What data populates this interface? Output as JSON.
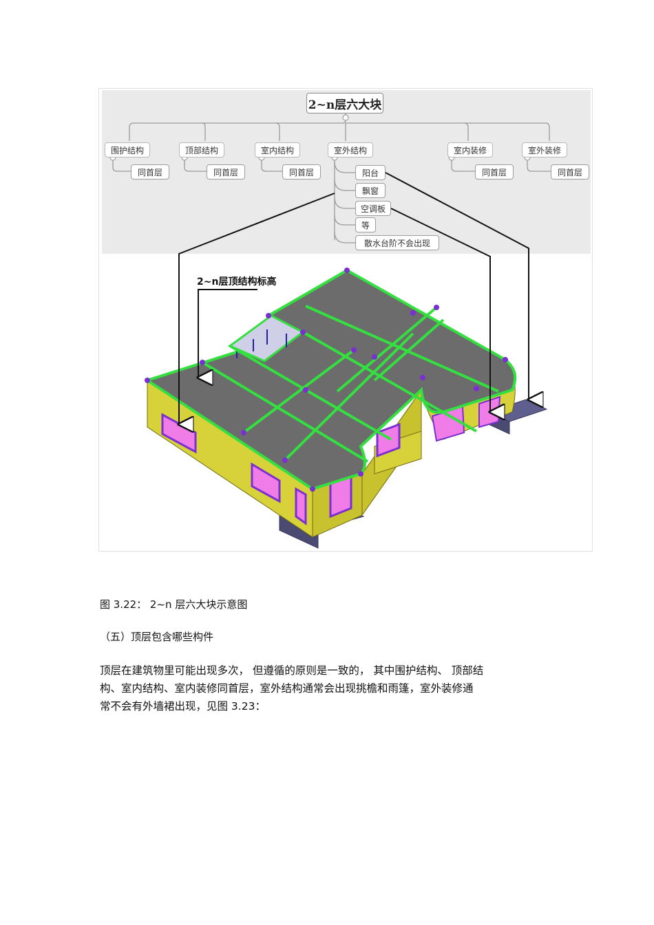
{
  "mindmap": {
    "root": "2~n层六大块",
    "categories": [
      "围护结构",
      "顶部结构",
      "室内结构",
      "室外结构",
      "室内装修",
      "室外装修"
    ],
    "same_as_first": "同首层",
    "outdoor_items": [
      "阳台",
      "飘窗",
      "空调板",
      "等",
      "散水台阶不会出现"
    ]
  },
  "model": {
    "label": "2~n层顶结构标高",
    "colors": {
      "wall": "#d8d23a",
      "slab": "#6c6c6c",
      "beam": "#33e040",
      "column": "#7a2fd0",
      "window": "#f07ce8",
      "footing": "#5f5f8f"
    }
  },
  "caption": "图 3.22： 2~n 层六大块示意图",
  "heading": "（五）顶层包含哪些构件",
  "paragraph": [
    "顶层在建筑物里可能出现多次，    但遵循的原则是一致的，    其中围护结构、 顶部结",
    "构、室内结构、室内装修同首层，室外结构通常会出现挑檐和雨篷，室外装修通",
    "常不会有外墙裙出现，见图    3.23："
  ]
}
